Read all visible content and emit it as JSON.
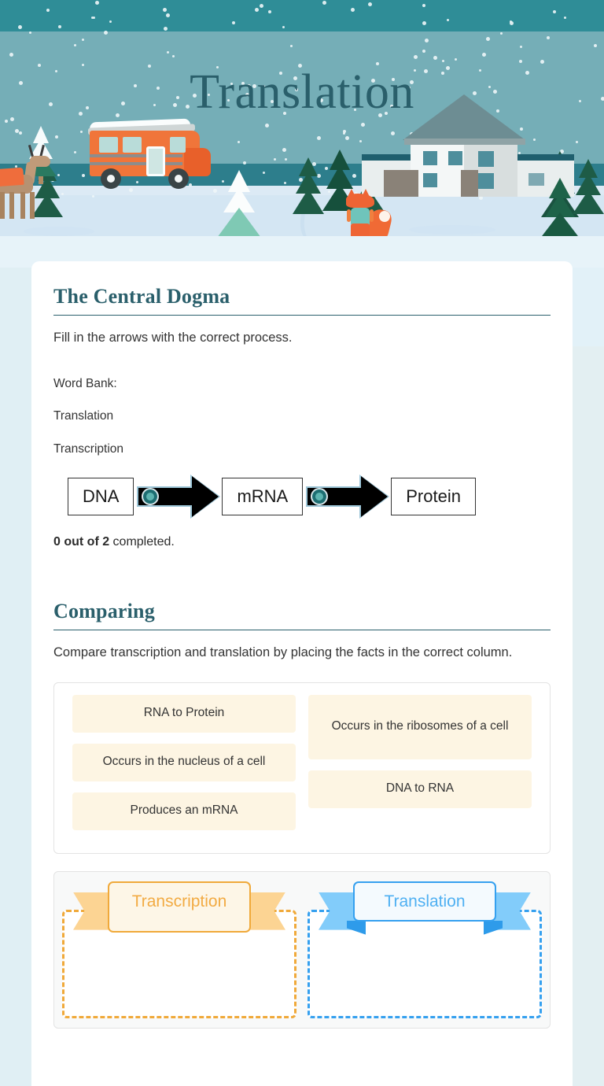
{
  "hero": {
    "title": "Translation",
    "scene_icons": [
      "snowflake-icon",
      "bus-icon",
      "house-icon",
      "fox-icon",
      "reindeer-icon",
      "pine-tree-icon"
    ],
    "colors": {
      "sky_top": "#2f8d97",
      "sky_mid": "#75aeb7",
      "sky_low": "#2d7e8c",
      "snow": "#dceaf5",
      "title": "#2a5f6b"
    }
  },
  "page": {
    "background": "#e4f1f6",
    "card_background": "#ffffff",
    "accent": "#2a5f6b"
  },
  "central_dogma": {
    "title": "The Central Dogma",
    "description": "Fill in the arrows with the correct process.",
    "word_bank_label": "Word Bank:",
    "word_bank": [
      "Translation",
      "Transcription"
    ],
    "flow": {
      "terms": [
        "DNA",
        "mRNA",
        "Protein"
      ],
      "arrows": [
        {
          "slot_value": "",
          "slot_icon": "drop-target-circle-icon"
        },
        {
          "slot_value": "",
          "slot_icon": "drop-target-circle-icon"
        }
      ]
    },
    "progress": {
      "count_text": "0 out of 2",
      "suffix_text": " completed.",
      "completed": 0,
      "total": 2
    }
  },
  "comparing": {
    "title": "Comparing",
    "description": "Compare transcription and translation by placing the facts in the correct column.",
    "tiles": {
      "left_column": [
        {
          "label": "RNA to Protein",
          "size": "h1x"
        },
        {
          "label": "Occurs in the nucleus of a cell",
          "size": "h1x"
        },
        {
          "label": "Produces an mRNA",
          "size": "h1x"
        }
      ],
      "right_column": [
        {
          "label": "Occurs in the ribosomes of a cell",
          "size": "h2x"
        },
        {
          "label": "DNA to RNA",
          "size": "h1x"
        }
      ]
    },
    "drop_zones": [
      {
        "label": "Transcription",
        "colors": {
          "wing": "#fcd493",
          "fold": "#f0a93a",
          "bg": "#fdf6e7",
          "border": "#f0a93a",
          "text": "#f2ab43",
          "dash": "#f0a93a"
        },
        "items": []
      },
      {
        "label": "Translation",
        "colors": {
          "wing": "#82ccfa",
          "fold": "#2e9bea",
          "bg": "#f4fafe",
          "border": "#35a0ef",
          "text": "#4fb0f2",
          "dash": "#35a0ef"
        },
        "items": []
      }
    ]
  }
}
